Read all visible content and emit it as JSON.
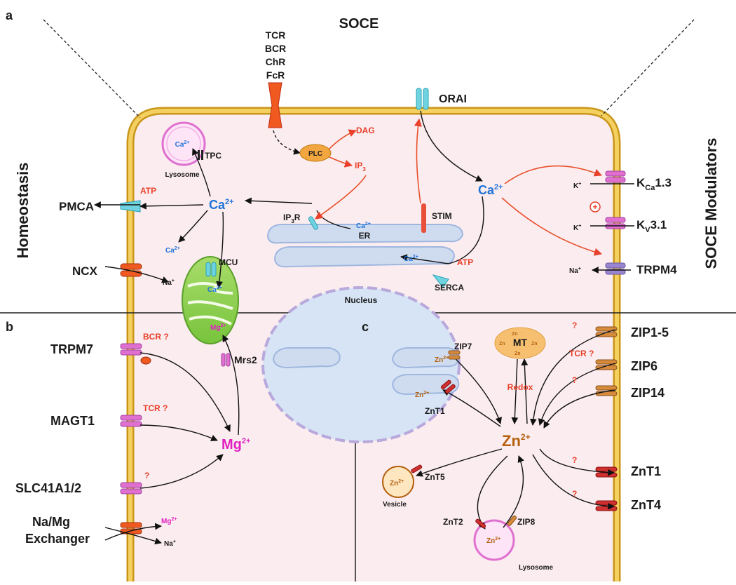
{
  "panel_a": {
    "letter": "a",
    "title": "SOCE",
    "side_left": "Homeostasis",
    "side_right": "SOCE Modulators",
    "receptors": [
      "TCR",
      "BCR",
      "ChR",
      "FcR"
    ],
    "orai": "ORAI",
    "plc": "PLC",
    "dag": "DAG",
    "ip3": "IP",
    "ip3_sub": "3",
    "ip3r": "IP",
    "ip3r_tail": "R",
    "stim": "STIM",
    "er": "ER",
    "nucleus": "Nucleus",
    "serca": "SERCA",
    "tpc": "TPC",
    "lysosome": "Lysosome",
    "pmca": "PMCA",
    "ncx": "NCX",
    "mcu": "MCU",
    "atp": "ATP",
    "ca_big": "Ca",
    "ca_sup": "2+",
    "ca_small": "Ca",
    "na_plus": "Na",
    "k_plus": "K",
    "plus_sup": "+",
    "kca_main": "K",
    "kca_sub": "Ca",
    "kca_tail": "1.3",
    "kv_main": "K",
    "kv_sub": "V",
    "kv_tail": "3.1",
    "trpm4": "TRPM4",
    "plus_symbol": "+"
  },
  "panel_b": {
    "letter": "b",
    "trpm7": "TRPM7",
    "magt1": "MAGT1",
    "slc41": "SLC41A1/2",
    "namg_1": "Na/Mg",
    "namg_2": "Exchanger",
    "bcr_q": "BCR ?",
    "tcr_q": "TCR ?",
    "q": "?",
    "mg_big": "Mg",
    "mg_sup": "2+",
    "mg_small": "Mg",
    "na": "Na",
    "na_sup": "+",
    "mrs2": "Mrs2"
  },
  "panel_c": {
    "letter": "c",
    "zip7": "ZIP7",
    "znt1_er": "ZnT1",
    "mt": "MT",
    "redox": "Redox",
    "zip1_5": "ZIP1-5",
    "zip6": "ZIP6",
    "zip14": "ZIP14",
    "znt1": "ZnT1",
    "znt4": "ZnT4",
    "tcr_q": "TCR ?",
    "q": "?",
    "zn_big": "Zn",
    "zn_sup": "2+",
    "zn_small": "Zn",
    "znt5": "ZnT5",
    "vesicle": "Vesicle",
    "znt2": "ZnT2",
    "zip8": "ZIP8",
    "lysosome": "Lysosome"
  },
  "colors": {
    "membrane": "#e8b830",
    "cytoplasm": "#fbecef",
    "nucleus": "#d6e4f5",
    "er": "#b9cdea",
    "arrow_red": "#e8402a",
    "ca_blue": "#1f73d8",
    "mg_magenta": "#e020c0",
    "zn_brown": "#b5610e"
  }
}
